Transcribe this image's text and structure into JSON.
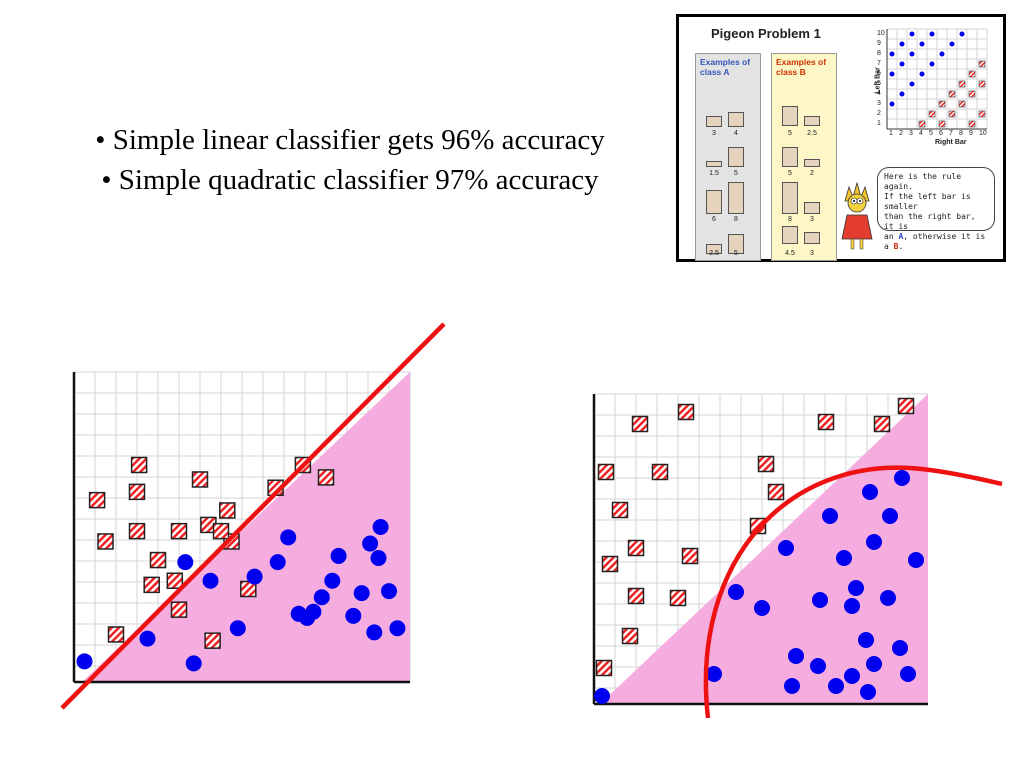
{
  "bullets": [
    "• Simple linear classifier gets 96% accuracy",
    "• Simple quadratic classifier 97% accuracy"
  ],
  "inset": {
    "title": "Pigeon Problem 1",
    "class_a_label": "Examples of class A",
    "class_b_label": "Examples of class B",
    "class_a_examples": [
      {
        "left": "3",
        "right": "4"
      },
      {
        "left": "1.5",
        "right": "5"
      },
      {
        "left": "6",
        "right": "8"
      },
      {
        "left": "2.5",
        "right": "5"
      }
    ],
    "class_b_examples": [
      {
        "left": "5",
        "right": "2.5"
      },
      {
        "left": "5",
        "right": "2"
      },
      {
        "left": "8",
        "right": "3"
      },
      {
        "left": "4.5",
        "right": "3"
      }
    ],
    "mini_chart": {
      "xlabel": "Right Bar",
      "ylabel": "Left Bar",
      "x_ticks": [
        "1",
        "2",
        "3",
        "4",
        "5",
        "6",
        "7",
        "8",
        "9",
        "10"
      ],
      "y_ticks": [
        "10",
        "9",
        "8",
        "7",
        "6",
        "5",
        "4",
        "3",
        "2",
        "1"
      ]
    },
    "speech": {
      "line1": "Here is the rule again.",
      "line2": "If the left bar is smaller",
      "line3": "than the right bar, it is",
      "part_an": "an",
      "class_a": "A",
      "part_otherwise": ", otherwise it is a",
      "class_b": "B",
      "period": "."
    }
  },
  "colors": {
    "class_a": "#0000ee",
    "class_b": "#ee2222",
    "region": "#f5acdf",
    "boundary": "#ee1111",
    "grid": "#d6d6d6"
  },
  "plots": {
    "squares_left": [
      [
        2,
        2.3
      ],
      [
        3,
        9.2
      ],
      [
        5,
        3.5
      ],
      [
        6,
        9.8
      ],
      [
        3,
        7.3
      ],
      [
        4,
        5.9
      ],
      [
        5,
        7.3
      ],
      [
        3.7,
        4.7
      ],
      [
        4.8,
        4.9
      ],
      [
        6.4,
        7.6
      ],
      [
        7.5,
        6.8
      ],
      [
        7.3,
        8.3
      ],
      [
        7.0,
        7.3
      ],
      [
        9.6,
        9.4
      ],
      [
        10.9,
        10.5
      ],
      [
        12.0,
        9.9
      ],
      [
        3.1,
        10.5
      ],
      [
        1.5,
        6.8
      ],
      [
        1.1,
        8.8
      ],
      [
        8.3,
        4.5
      ],
      [
        6.6,
        2.0
      ]
    ],
    "circles_left": [
      [
        1,
        2.6
      ],
      [
        4,
        3.7
      ],
      [
        6.2,
        2.5
      ],
      [
        5.8,
        7.4
      ],
      [
        7.0,
        6.5
      ],
      [
        8.3,
        4.2
      ],
      [
        9.1,
        6.7
      ],
      [
        10.2,
        7.4
      ],
      [
        10.7,
        8.6
      ],
      [
        11.2,
        4.9
      ],
      [
        11.6,
        4.7
      ],
      [
        11.9,
        5.0
      ],
      [
        12.3,
        5.7
      ],
      [
        12.8,
        6.5
      ],
      [
        13.1,
        7.7
      ],
      [
        13.8,
        4.8
      ],
      [
        14.2,
        5.9
      ],
      [
        15.0,
        7.6
      ],
      [
        15.1,
        9.1
      ],
      [
        15.5,
        6.0
      ],
      [
        14.6,
        8.3
      ],
      [
        14.8,
        4.0
      ],
      [
        15.9,
        4.2
      ]
    ]
  }
}
